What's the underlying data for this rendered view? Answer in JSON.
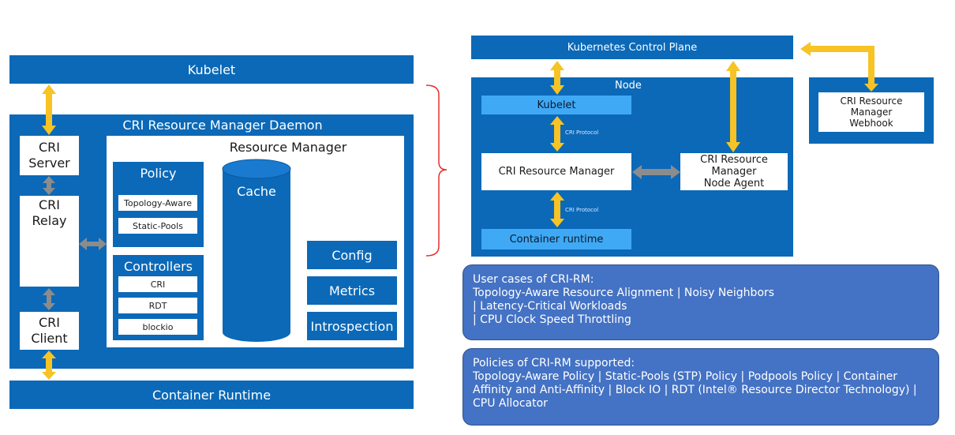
{
  "left": {
    "kubelet": "Kubelet",
    "daemon_title": "CRI Resource Manager Daemon",
    "cri_server": "CRI\nServer",
    "cri_relay": "CRI\nRelay",
    "cri_client": "CRI\nClient",
    "resource_manager": "Resource Manager",
    "policy": {
      "title": "Policy",
      "items": [
        "Topology-Aware",
        "Static-Pools"
      ]
    },
    "cache": "Cache",
    "controllers": {
      "title": "Controllers",
      "items": [
        "CRI",
        "RDT",
        "blockio"
      ]
    },
    "config": "Config",
    "metrics": "Metrics",
    "introspection": "Introspection",
    "container_runtime": "Container Runtime"
  },
  "right": {
    "control_plane": "Kubernetes Control Plane",
    "node": "Node",
    "kubelet": "Kubelet",
    "cri_protocol_top": "CRI Protocol",
    "cri_rm": "CRI Resource Manager",
    "node_agent": "CRI Resource\nManager\nNode Agent",
    "cri_protocol_bottom": "CRI Protocol",
    "container_runtime": "Container runtime",
    "webhook": "CRI Resource\nManager\nWebhook"
  },
  "use_cases": {
    "text": "User cases of CRI-RM:\nTopology-Aware Resource Alignment  | Noisy Neighbors\n| Latency-Critical Workloads\n| CPU Clock Speed Throttling"
  },
  "policies": {
    "text": "Policies of CRI-RM supported:\nTopology-Aware Policy   |  Static-Pools (STP) Policy | Podpools Policy | Container\nAffinity and Anti-Affinity | Block IO | RDT (Intel® Resource Director Technology) |\nCPU Allocator"
  },
  "colors": {
    "blue": "#0b69b8",
    "light_blue": "#3fa9f5",
    "yellow_arrow": "#f7c325",
    "grey_arrow": "#8c8c8c",
    "ribbon": "#4472c4",
    "bracket": "#e03030"
  }
}
